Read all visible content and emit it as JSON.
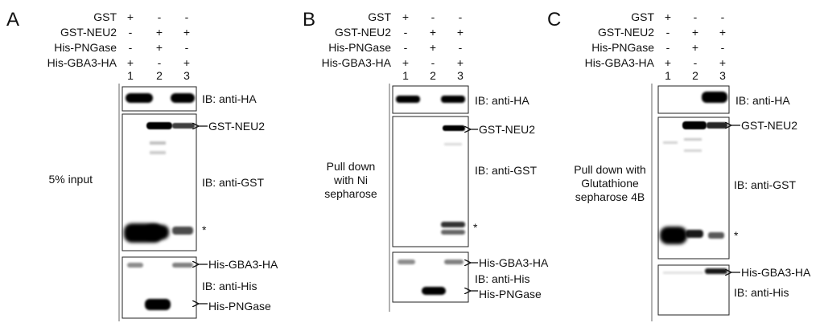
{
  "panels": [
    {
      "letter": "A",
      "rows": [
        {
          "label": "GST",
          "marks": [
            "+",
            "-",
            "-"
          ]
        },
        {
          "label": "GST-NEU2",
          "marks": [
            "-",
            "+",
            "+"
          ]
        },
        {
          "label": "His-PNGase",
          "marks": [
            "-",
            "+",
            "-"
          ]
        },
        {
          "label": "His-GBA3-HA",
          "marks": [
            "+",
            "-",
            "+"
          ]
        }
      ],
      "lanes": [
        "1",
        "2",
        "3"
      ],
      "side_label": [
        "5% input"
      ],
      "blots": [
        {
          "ib": [
            "IB: anti-HA"
          ],
          "arrows": []
        },
        {
          "ib": [
            "IB: anti-GST"
          ],
          "arrows": [
            "GST-NEU2"
          ],
          "star": "*"
        },
        {
          "ib": [
            "IB: anti-His"
          ],
          "arrows": [
            "His-GBA3-HA",
            "His-PNGase"
          ]
        }
      ]
    },
    {
      "letter": "B",
      "rows": [
        {
          "label": "GST",
          "marks": [
            "+",
            "-",
            "-"
          ]
        },
        {
          "label": "GST-NEU2",
          "marks": [
            "-",
            "+",
            "+"
          ]
        },
        {
          "label": "His-PNGase",
          "marks": [
            "-",
            "+",
            "-"
          ]
        },
        {
          "label": "His-GBA3-HA",
          "marks": [
            "+",
            "-",
            "+"
          ]
        }
      ],
      "lanes": [
        "1",
        "2",
        "3"
      ],
      "side_label": [
        "Pull down",
        "with Ni",
        "sepharose"
      ],
      "blots": [
        {
          "ib": [
            "IB: anti-HA"
          ],
          "arrows": []
        },
        {
          "ib": [
            "IB: anti-GST"
          ],
          "arrows": [
            "GST-NEU2"
          ],
          "star": "*"
        },
        {
          "ib": [
            "IB: anti-His"
          ],
          "arrows": [
            "His-GBA3-HA",
            "His-PNGase"
          ]
        }
      ]
    },
    {
      "letter": "C",
      "rows": [
        {
          "label": "GST",
          "marks": [
            "+",
            "-",
            "-"
          ]
        },
        {
          "label": "GST-NEU2",
          "marks": [
            "-",
            "+",
            "+"
          ]
        },
        {
          "label": "His-PNGase",
          "marks": [
            "-",
            "+",
            "-"
          ]
        },
        {
          "label": "His-GBA3-HA",
          "marks": [
            "+",
            "-",
            "+"
          ]
        }
      ],
      "lanes": [
        "1",
        "2",
        "3"
      ],
      "side_label": [
        "Pull down with",
        "Glutathione",
        "sepharose 4B"
      ],
      "blots": [
        {
          "ib": [
            "IB: anti-HA"
          ],
          "arrows": []
        },
        {
          "ib": [
            "IB: anti-GST"
          ],
          "arrows": [
            "GST-NEU2"
          ],
          "star": "*"
        },
        {
          "ib": [
            "IB: anti-His"
          ],
          "arrows": [
            "His-GBA3-HA"
          ]
        }
      ]
    }
  ]
}
